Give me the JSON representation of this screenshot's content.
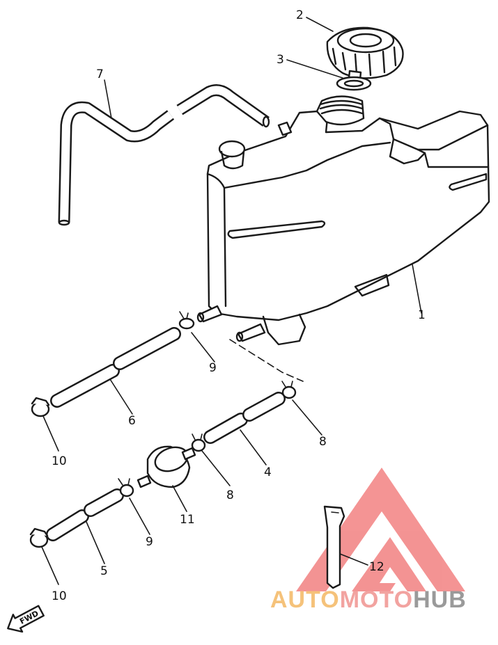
{
  "callouts": {
    "c1": "1",
    "c2": "2",
    "c3": "3",
    "c4": "4",
    "c5": "5",
    "c6": "6",
    "c7": "7",
    "c8a": "8",
    "c8b": "8",
    "c9a": "9",
    "c9b": "9",
    "c10a": "10",
    "c10b": "10",
    "c11": "11",
    "c12": "12"
  },
  "direction_label": "FWD",
  "watermark": {
    "part1": "AUTO",
    "part2": "MOTO",
    "part3": "HUB",
    "color1": "#f5c27a",
    "color2": "#f2a3a0",
    "color3": "#9a9a9a",
    "logo_color": "#f07070"
  }
}
